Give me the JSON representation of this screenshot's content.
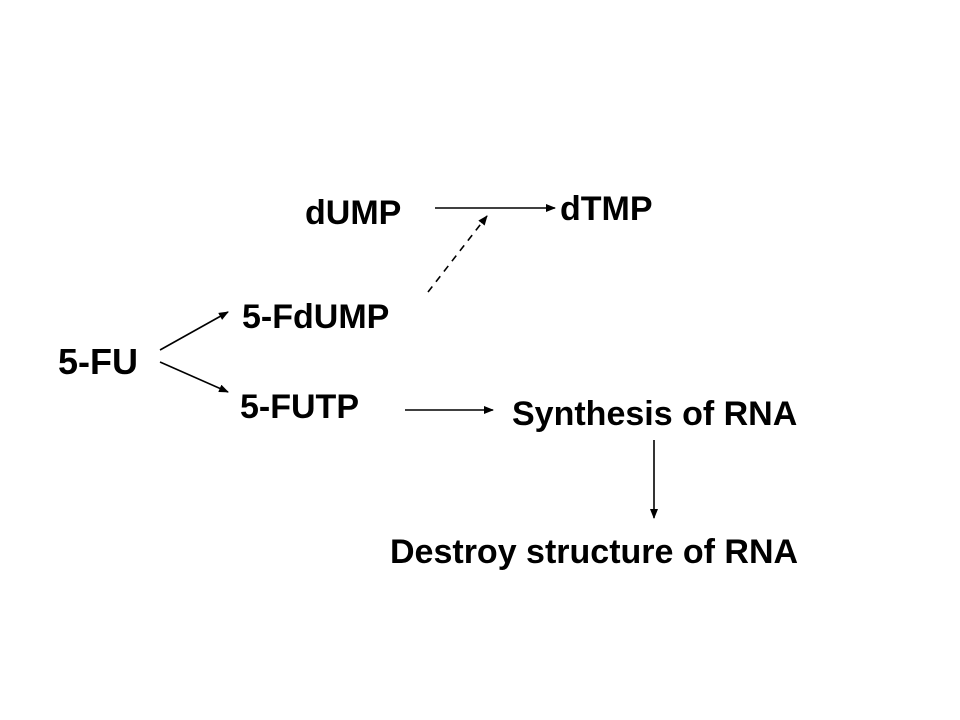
{
  "diagram": {
    "nodes": {
      "fu": "5-FU",
      "fdump": "5-FdUMP",
      "futp": "5-FUTP",
      "dump": "dUMP",
      "dtmp": "dTMP",
      "rna_synthesis": "Synthesis of RNA",
      "rna_destroy": "Destroy structure of RNA"
    },
    "edges": [
      {
        "from": "5-FU",
        "to": "5-FdUMP",
        "style": "solid"
      },
      {
        "from": "5-FU",
        "to": "5-FUTP",
        "style": "solid"
      },
      {
        "from": "dUMP",
        "to": "dTMP",
        "style": "solid"
      },
      {
        "from": "5-FdUMP",
        "to": "dUMP → dTMP",
        "style": "dashed"
      },
      {
        "from": "5-FUTP",
        "to": "Synthesis of RNA",
        "style": "solid"
      },
      {
        "from": "Synthesis of RNA",
        "to": "Destroy structure of RNA",
        "style": "solid"
      }
    ]
  }
}
